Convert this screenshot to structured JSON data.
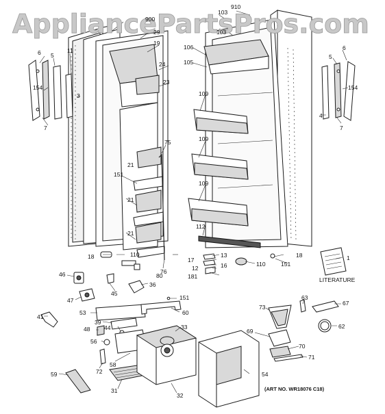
{
  "watermark": "AppliancePartsPros.com",
  "art_number": "(ART NO. WR18076 C18)",
  "literature_label": "LITERATURE",
  "callouts": {
    "c910": "910",
    "c103a": "103",
    "c103b": "103",
    "c900": "900",
    "c29": "29",
    "c19": "19",
    "c106": "106",
    "c105": "105",
    "c24": "24",
    "c23": "23",
    "c109a": "109",
    "c109b": "109",
    "c109c": "109",
    "c75": "75",
    "c151a": "151",
    "c21a": "21",
    "c21b": "21",
    "c21c": "21",
    "c76": "76",
    "c112": "112",
    "c18a": "18",
    "c18b": "18",
    "c110a": "110",
    "c110b": "110",
    "c80": "80",
    "c13": "13",
    "c17": "17",
    "c16": "16",
    "c12": "12",
    "c181": "181",
    "c151b": "151",
    "c151c": "151",
    "c1": "1",
    "c6a": "6",
    "c5a": "5",
    "c11": "11",
    "c3": "3",
    "c154a": "154",
    "c7a": "7",
    "c6b": "6",
    "c5b": "5",
    "c154b": "154",
    "c7b": "7",
    "c4": "4",
    "c46": "46",
    "c45": "45",
    "c36": "36",
    "c47": "47",
    "c41": "41",
    "c53": "53",
    "c60": "60",
    "c39": "39",
    "c44": "44",
    "c48": "48",
    "c33": "33",
    "c56": "56",
    "c58": "58",
    "c72": "72",
    "c59": "59",
    "c31": "31",
    "c32": "32",
    "c54": "54",
    "c73": "73",
    "c63": "63",
    "c67": "67",
    "c62": "62",
    "c69": "69",
    "c70": "70",
    "c71": "71"
  }
}
